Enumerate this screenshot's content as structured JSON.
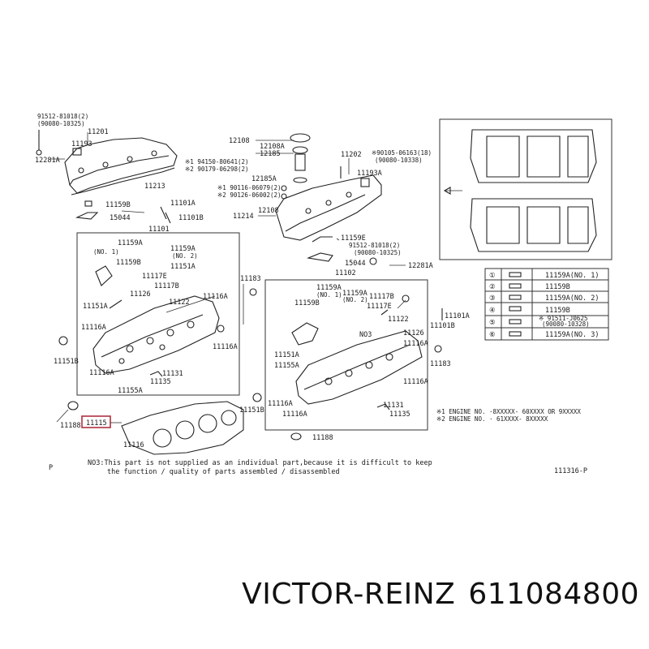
{
  "labels": {
    "l91512a": "91512-81018(2)",
    "l90080a": "(90080-10325)",
    "l11201": "11201",
    "l11193": "11193",
    "l12281a": "12281A",
    "l11213": "11213",
    "l11159b_top": "11159B",
    "l15044a": "15044",
    "l11101a": "11101A",
    "l11101b": "11101B",
    "l11101": "11101",
    "l12108": "12108",
    "l12108a": "12108A",
    "l12185": "12185",
    "l94156": "※1 94150-80641(2)",
    "l90179": "※2 90179-06298(2)",
    "l12185a": "12185A",
    "l90116": "※1 90116-06079(2)",
    "l90126": "※2 90126-06002(2)",
    "l12108b": "12108",
    "l11202": "11202",
    "l90105": "※90105-06163(18)",
    "l90080b": "(90080-10338)",
    "l11193a": "11193A",
    "l11214": "11214",
    "l11159e": "11159E",
    "l91512b": "91512-81018(2)",
    "l90080c": "(90080-10325)",
    "l15044b": "15044",
    "l12281a_r": "12281A",
    "l11102": "11102",
    "l11159a_1": "11159A",
    "l11159a_2": "11159A",
    "l_no1_a": "(NO. 1)",
    "l11159b_l": "11159B",
    "l11151a": "11151A",
    "l_no2_a": "(NO. 2)",
    "l11117e": "11117E",
    "l11117b": "11117B",
    "l11126": "11126",
    "l11122": "11122",
    "l11151a_b": "11151A",
    "l11116a_1": "11116A",
    "l11116a_2": "11116A",
    "l11116a_3": "11116A",
    "l11151b": "11151B",
    "l11116a_4": "11116A",
    "l11131_l": "11131",
    "l11135": "11135",
    "l11155a": "11155A",
    "l11183": "11183",
    "l11159a_m": "11159A",
    "l_no1_m": "(NO. 1)",
    "l11159b_m": "11159B",
    "l11159a_m2": "11159A",
    "l_no2_m": "(NO. 2)",
    "l11117b_m": "11117B",
    "l11117e_m": "11117E",
    "l11122_m": "11122",
    "l11126_m": "11126",
    "l11151a_m": "11151A",
    "l11155a_m": "11155A",
    "l11116a_m": "11116A",
    "l11116a_m2": "11116A",
    "l11183_m": "11183",
    "l11101a_r": "11101A",
    "l11101b_r": "11101B",
    "l11131_m": "11131",
    "l11135_m": "11135",
    "l11116a_m3": "11116A",
    "l11116a_m4": "11116A",
    "l11151b_m": "11151B",
    "l11188_l": "11188",
    "l11115": "11115",
    "l11116": "11116",
    "l11188_m": "11188",
    "l_no3": "NO3",
    "legend_1": "11159A(NO. 1)",
    "legend_2": "11159B",
    "legend_3": "11159A(NO. 2)",
    "legend_4": "11159B",
    "legend_5a": "※ 91511-J0625",
    "legend_5b": "(90080-10328)",
    "legend_6": "11159A(NO. 3)",
    "engine_note_1": "※1 ENGINE NO. ·8XXXXX- 60XXXX  OR  9XXXXX",
    "engine_note_2": "※2 ENGINE NO. · 61XXXX- 8XXXXX",
    "note_line1": "NO3:This part is not supplied as an individual part,because it is difficult to keep",
    "note_line2": "the function / quality of parts assembled / disassembled",
    "p_mark": "P",
    "fig_id": "111316-P"
  },
  "legend_symbols": [
    "①",
    "②",
    "③",
    "④",
    "⑤",
    "⑥"
  ],
  "caption": {
    "brand": "VICTOR-REINZ",
    "part_number": "611084800"
  },
  "colors": {
    "highlight": "#b03040",
    "ink": "#1a1a1a"
  }
}
